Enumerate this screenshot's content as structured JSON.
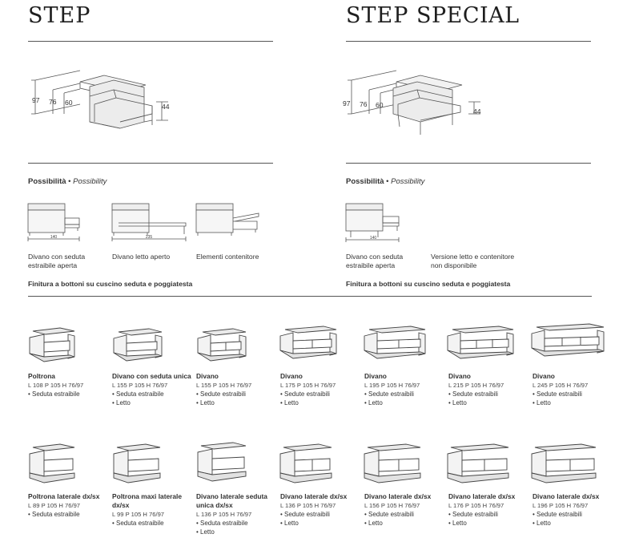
{
  "models": [
    {
      "title_bold": "STEP",
      "title_light": ""
    },
    {
      "title_bold": "STEP",
      "title_light": "SPECIAL"
    }
  ],
  "side_dims": {
    "h1": "97",
    "h2": "76",
    "h3": "60",
    "seat": "44"
  },
  "possibility": {
    "it": "Possibilità",
    "sep": "•",
    "en": "Possibility"
  },
  "step_options": [
    {
      "label": "Divano con seduta estraibile aperta",
      "measure": "140"
    },
    {
      "label": "Divano letto aperto",
      "measure": "235"
    },
    {
      "label": "Elementi contenitore",
      "measure": ""
    }
  ],
  "special_options": [
    {
      "label": "Divano con seduta estraibile aperta",
      "measure": "140"
    },
    {
      "label": "Versione letto e contenitore non disponibile",
      "measure": ""
    }
  ],
  "finish_note": "Finitura a bottoni su cuscino seduta e poggiatesta",
  "products_row1": [
    {
      "name": "Poltrona",
      "dims": "L 108 P 105 H 76/97",
      "features": [
        "• Seduta estraibile"
      ]
    },
    {
      "name": "Divano con seduta unica",
      "dims": "L 155 P 105 H 76/97",
      "features": [
        "• Seduta estraibile",
        "• Letto"
      ]
    },
    {
      "name": "Divano",
      "dims": "L 155 P 105 H 76/97",
      "features": [
        "• Sedute estraibili",
        "• Letto"
      ]
    },
    {
      "name": "Divano",
      "dims": "L 175 P 105 H 76/97",
      "features": [
        "• Sedute estraibili",
        "• Letto"
      ]
    },
    {
      "name": "Divano",
      "dims": "L 195 P 105 H 76/97",
      "features": [
        "• Sedute estraibili",
        "• Letto"
      ]
    },
    {
      "name": "Divano",
      "dims": "L 215 P 105 H 76/97",
      "features": [
        "• Sedute estraibili",
        "• Letto"
      ]
    },
    {
      "name": "Divano",
      "dims": "L 245 P 105 H 76/97",
      "features": [
        "• Sedute estraibili",
        "• Letto"
      ]
    }
  ],
  "products_row2": [
    {
      "name": "Poltrona laterale dx/sx",
      "dims": "L 89 P 105 H 76/97",
      "features": [
        "• Seduta estraibile"
      ]
    },
    {
      "name": "Poltrona maxi laterale dx/sx",
      "dims": "L 99 P 105 H 76/97",
      "features": [
        "• Seduta estraibile"
      ]
    },
    {
      "name": "Divano laterale seduta unica dx/sx",
      "dims": "L 136 P 105 H 76/97",
      "features": [
        "• Seduta estraibile",
        "• Letto"
      ]
    },
    {
      "name": "Divano laterale dx/sx",
      "dims": "L 136 P 105 H 76/97",
      "features": [
        "• Sedute estraibili",
        "• Letto"
      ]
    },
    {
      "name": "Divano laterale dx/sx",
      "dims": "L 156 P 105 H 76/97",
      "features": [
        "• Sedute estraibili",
        "• Letto"
      ]
    },
    {
      "name": "Divano laterale dx/sx",
      "dims": "L 176 P 105 H 76/97",
      "features": [
        "• Sedute estraibili",
        "• Letto"
      ]
    },
    {
      "name": "Divano laterale dx/sx",
      "dims": "L 196 P 105 H 76/97",
      "features": [
        "• Sedute estraibili",
        "• Letto"
      ]
    }
  ]
}
